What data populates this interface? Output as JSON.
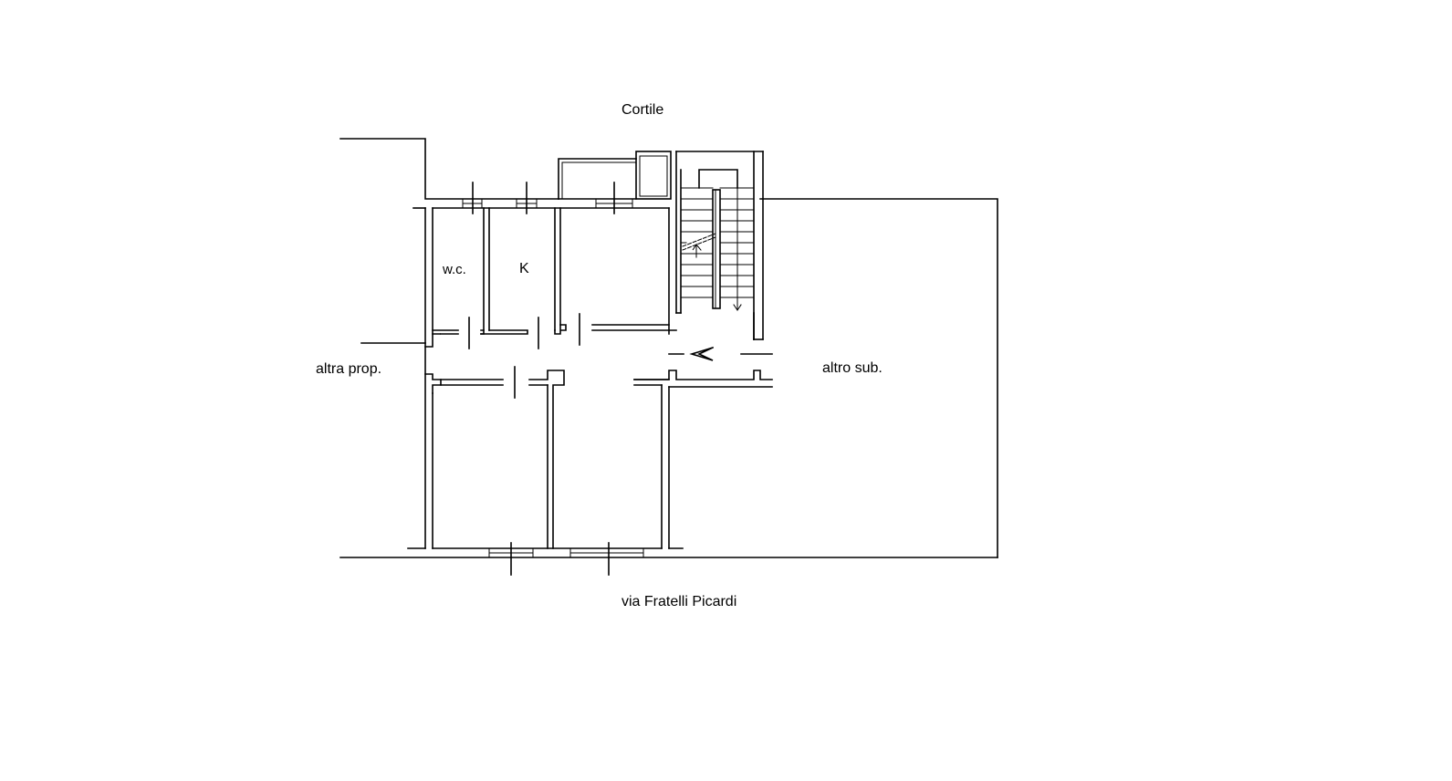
{
  "labels": {
    "cortile": "Cortile",
    "wc": "w.c.",
    "kitchen": "K",
    "altra_prop": "altra prop.",
    "altro_sub": "altro sub.",
    "street": "via Fratelli Picardi"
  }
}
